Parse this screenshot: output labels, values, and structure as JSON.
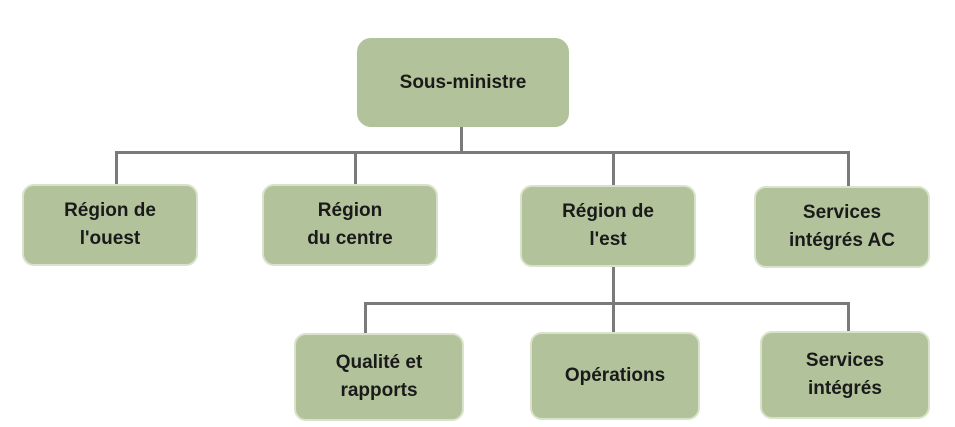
{
  "chart": {
    "root": "Sous-ministre",
    "level1": [
      "Région de\nl'ouest",
      "Région\ndu centre",
      "Région de\nl'est",
      "Services\nintégrés AC"
    ],
    "level2": [
      "Qualité et\nrapports",
      "Opérations",
      "Services\nintégrés"
    ]
  }
}
